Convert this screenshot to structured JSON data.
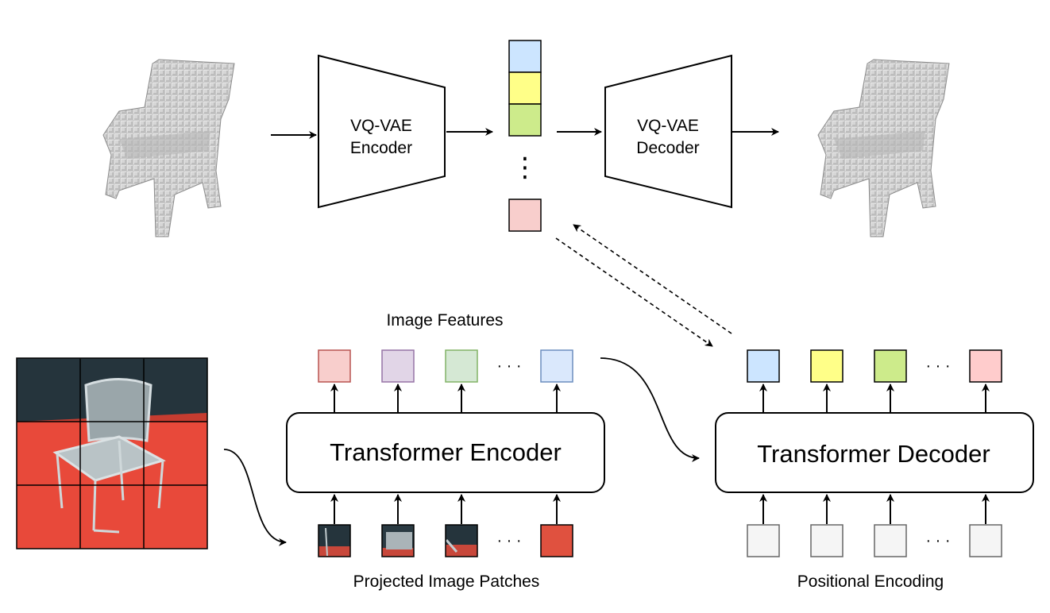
{
  "vqvae": {
    "encoder_line1": "VQ-VAE",
    "encoder_line2": "Encoder",
    "decoder_line1": "VQ-VAE",
    "decoder_line2": "Decoder"
  },
  "codebook_colors": [
    "#cce5ff",
    "#ffff88",
    "#cdeb8b",
    "#f8cecc"
  ],
  "transformer_encoder": {
    "label": "Transformer Encoder",
    "features_label": "Image Features",
    "patches_label": "Projected Image Patches"
  },
  "transformer_decoder": {
    "label": "Transformer Decoder",
    "positional_label": "Positional Encoding"
  },
  "ellipsis": "· · ·",
  "vertical_ellipsis": "⋮",
  "feature_colors": [
    {
      "fill": "#f8cecc",
      "stroke": "#b85450"
    },
    {
      "fill": "#e1d5e7",
      "stroke": "#9673a6"
    },
    {
      "fill": "#d5e8d4",
      "stroke": "#82b366"
    },
    {
      "fill": "#dae8fc",
      "stroke": "#6c8ebf"
    }
  ],
  "decoder_output_colors": [
    "#cce5ff",
    "#ffff88",
    "#cdeb8b",
    "#ffcccc"
  ],
  "positional_color": "#f5f5f5",
  "photo_colors": {
    "floor": "#e8493a",
    "wall": "#25343c",
    "chair": "#c9d3d6"
  }
}
